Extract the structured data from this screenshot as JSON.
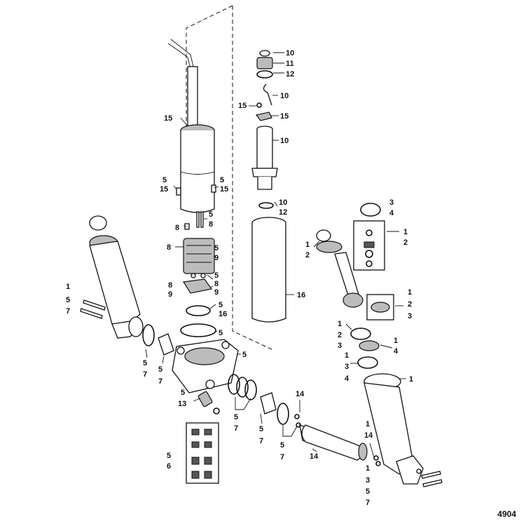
{
  "figure_number": "4904",
  "callouts": [
    {
      "id": "c1",
      "text": "10"
    },
    {
      "id": "c2",
      "text": "11"
    },
    {
      "id": "c3",
      "text": "12"
    },
    {
      "id": "c4",
      "text": "10"
    },
    {
      "id": "c5",
      "text": "15"
    },
    {
      "id": "c6",
      "text": "15"
    },
    {
      "id": "c7",
      "text": "15"
    },
    {
      "id": "c8",
      "text": "10"
    },
    {
      "id": "c9",
      "text": "5"
    },
    {
      "id": "c10",
      "text": "15"
    },
    {
      "id": "c11",
      "text": "5"
    },
    {
      "id": "c12",
      "text": "15"
    },
    {
      "id": "c13",
      "text": "10"
    },
    {
      "id": "c14",
      "text": "12"
    },
    {
      "id": "c15",
      "text": "5"
    },
    {
      "id": "c16",
      "text": "8"
    },
    {
      "id": "c17",
      "text": "8"
    },
    {
      "id": "c18",
      "text": "3"
    },
    {
      "id": "c19",
      "text": "4"
    },
    {
      "id": "c20",
      "text": "1"
    },
    {
      "id": "c21",
      "text": "2"
    },
    {
      "id": "c22",
      "text": "8"
    },
    {
      "id": "c23",
      "text": "5"
    },
    {
      "id": "c24",
      "text": "9"
    },
    {
      "id": "c25",
      "text": "5"
    },
    {
      "id": "c26",
      "text": "8"
    },
    {
      "id": "c27",
      "text": "9"
    },
    {
      "id": "c28",
      "text": "8"
    },
    {
      "id": "c29",
      "text": "9"
    },
    {
      "id": "c30",
      "text": "1"
    },
    {
      "id": "c31",
      "text": "2"
    },
    {
      "id": "c32",
      "text": "16"
    },
    {
      "id": "c33",
      "text": "1"
    },
    {
      "id": "c34",
      "text": "5"
    },
    {
      "id": "c35",
      "text": "7"
    },
    {
      "id": "c36",
      "text": "5"
    },
    {
      "id": "c37",
      "text": "16"
    },
    {
      "id": "c38",
      "text": "5"
    },
    {
      "id": "c39",
      "text": "1"
    },
    {
      "id": "c40",
      "text": "2"
    },
    {
      "id": "c41",
      "text": "3"
    },
    {
      "id": "c42",
      "text": "1"
    },
    {
      "id": "c43",
      "text": "2"
    },
    {
      "id": "c44",
      "text": "3"
    },
    {
      "id": "c45",
      "text": "1"
    },
    {
      "id": "c46",
      "text": "4"
    },
    {
      "id": "c47",
      "text": "5"
    },
    {
      "id": "c48",
      "text": "7"
    },
    {
      "id": "c49",
      "text": "5"
    },
    {
      "id": "c50",
      "text": "7"
    },
    {
      "id": "c51",
      "text": "5"
    },
    {
      "id": "c52",
      "text": "1"
    },
    {
      "id": "c53",
      "text": "3"
    },
    {
      "id": "c54",
      "text": "4"
    },
    {
      "id": "c55",
      "text": "1"
    },
    {
      "id": "c56",
      "text": "5"
    },
    {
      "id": "c57",
      "text": "13"
    },
    {
      "id": "c58",
      "text": "14"
    },
    {
      "id": "c59",
      "text": "5"
    },
    {
      "id": "c60",
      "text": "7"
    },
    {
      "id": "c61",
      "text": "5"
    },
    {
      "id": "c62",
      "text": "7"
    },
    {
      "id": "c63",
      "text": "5"
    },
    {
      "id": "c64",
      "text": "7"
    },
    {
      "id": "c65",
      "text": "5"
    },
    {
      "id": "c66",
      "text": "6"
    },
    {
      "id": "c67",
      "text": "14"
    },
    {
      "id": "c68",
      "text": "1"
    },
    {
      "id": "c69",
      "text": "14"
    },
    {
      "id": "c70",
      "text": "1"
    },
    {
      "id": "c71",
      "text": "3"
    },
    {
      "id": "c72",
      "text": "5"
    },
    {
      "id": "c73",
      "text": "7"
    }
  ]
}
